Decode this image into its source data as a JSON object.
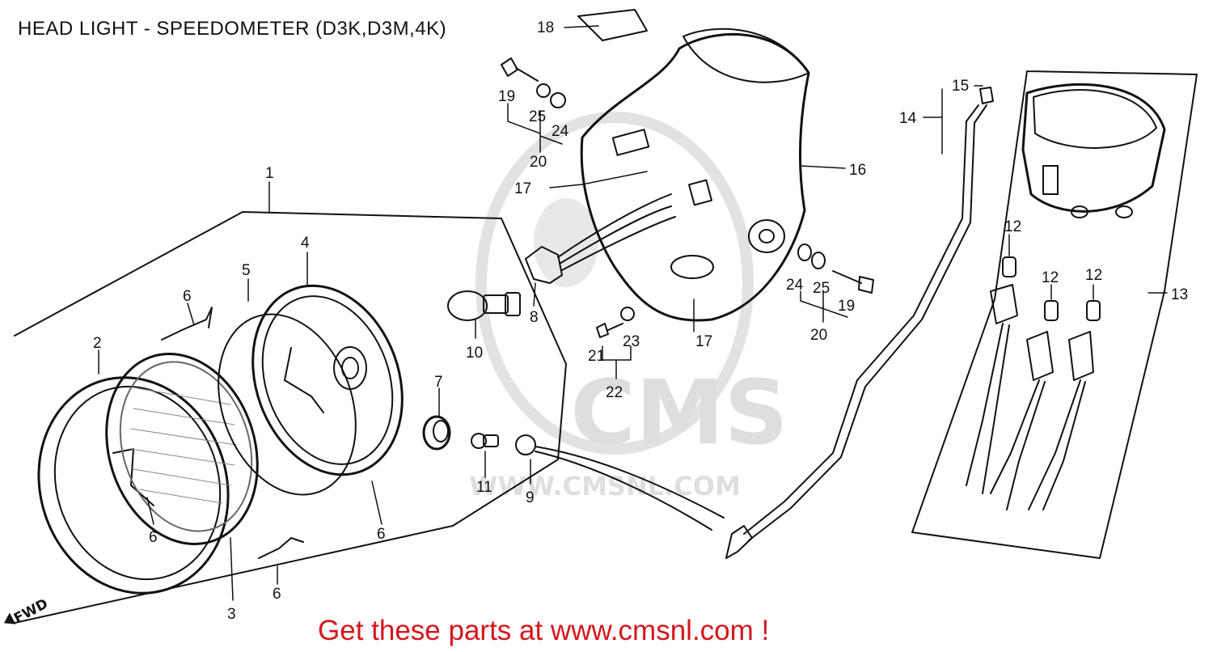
{
  "diagram": {
    "title": "HEAD LIGHT - SPEEDOMETER (D3K,D3M,4K)",
    "footer": "Get these parts at www.cmsnl.com !",
    "fwd_label": "FWD",
    "watermark": {
      "logo": "CMS",
      "url": "WWW.CMSNL.COM"
    },
    "callouts": {
      "c1": "1",
      "c2": "2",
      "c3": "3",
      "c4": "4",
      "c5": "5",
      "c6a": "6",
      "c6b": "6",
      "c6c": "6",
      "c6d": "6",
      "c7": "7",
      "c8": "8",
      "c9": "9",
      "c10": "10",
      "c11": "11",
      "c12a": "12",
      "c12b": "12",
      "c12c": "12",
      "c13": "13",
      "c14": "14",
      "c15": "15",
      "c16": "16",
      "c17a": "17",
      "c17b": "17",
      "c18": "18",
      "c19a": "19",
      "c19b": "19",
      "c20a": "20",
      "c20b": "20",
      "c21": "21",
      "c22": "22",
      "c23": "23",
      "c24a": "24",
      "c24b": "24",
      "c25a": "25",
      "c25b": "25"
    },
    "colors": {
      "lines": "#111111",
      "footer": "#d4161c",
      "watermark": "#d9d9d9"
    }
  }
}
